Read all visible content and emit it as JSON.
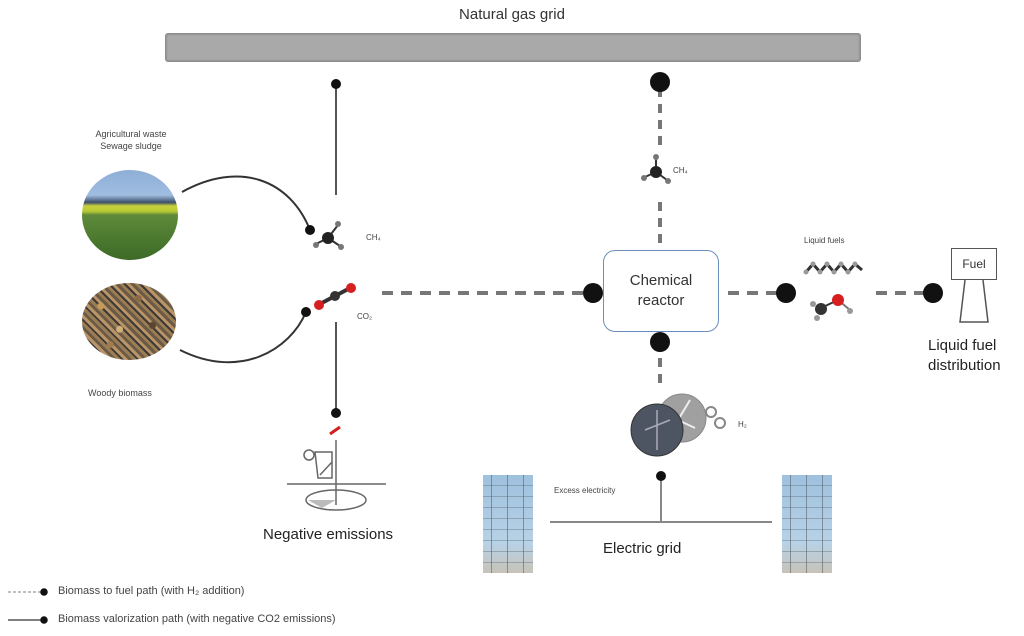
{
  "title": "Natural gas grid",
  "sources": {
    "agricultural_label_line1": "Agricultural waste",
    "agricultural_label_line2": "Sewage sludge",
    "woody_label": "Woody biomass"
  },
  "molecules": {
    "ch4_left": "CH₄",
    "co2_left": "CO₂",
    "ch4_top": "CH₄",
    "h2": "H₂"
  },
  "reactor": {
    "line1": "Chemical",
    "line2": "reactor"
  },
  "liquid_fuels_label": "Liquid fuels",
  "fuel_sign": "Fuel",
  "distribution": {
    "line1": "Liquid fuel",
    "line2": "distribution"
  },
  "negative_emissions": "Negative emissions",
  "excess_electricity": "Excess electricity",
  "electric_grid": "Electric grid",
  "legend": [
    {
      "style": "dashed",
      "label": "Biomass to fuel path (with H₂ addition)"
    },
    {
      "style": "solid",
      "label": "Biomass valorization path (with negative CO2 emissions)"
    }
  ],
  "colors": {
    "reactor_border": "#6c8ebf",
    "oxygen": "#d62020",
    "carbon": "#333333",
    "gas_grid": "#a9a9a9"
  }
}
